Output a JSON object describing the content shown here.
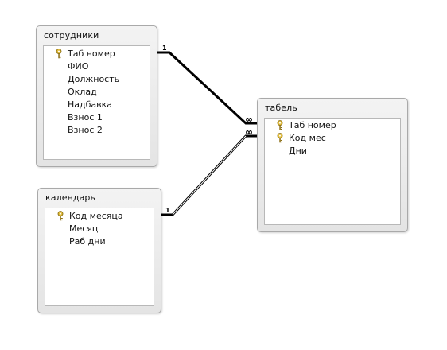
{
  "tables": [
    {
      "name": "сотрудники",
      "fields": [
        {
          "name": "Таб номер",
          "key": true
        },
        {
          "name": "ФИО",
          "key": false
        },
        {
          "name": "Должность",
          "key": false
        },
        {
          "name": "Оклад",
          "key": false
        },
        {
          "name": "Надбавка",
          "key": false
        },
        {
          "name": "Взнос 1",
          "key": false
        },
        {
          "name": "Взнос 2",
          "key": false
        }
      ]
    },
    {
      "name": "календарь",
      "fields": [
        {
          "name": "Код месяца",
          "key": true
        },
        {
          "name": "Месяц",
          "key": false
        },
        {
          "name": "Раб дни",
          "key": false
        }
      ]
    },
    {
      "name": "табель",
      "fields": [
        {
          "name": "Таб номер",
          "key": true
        },
        {
          "name": "Код мес",
          "key": true
        },
        {
          "name": "Дни",
          "key": false
        }
      ]
    }
  ],
  "relationships": [
    {
      "from_table": "сотрудники",
      "from_field": "Таб номер",
      "to_table": "табель",
      "to_field": "Таб номер",
      "one_label": "1",
      "many_label": "∞"
    },
    {
      "from_table": "календарь",
      "from_field": "Код месяца",
      "to_table": "табель",
      "to_field": "Код мес",
      "one_label": "1",
      "many_label": "∞"
    }
  ],
  "colors": {
    "window_border": "#a9a9a9",
    "line": "#000000",
    "key_icon": "#c9a227"
  },
  "icons": {
    "primary_key": "key-icon"
  }
}
